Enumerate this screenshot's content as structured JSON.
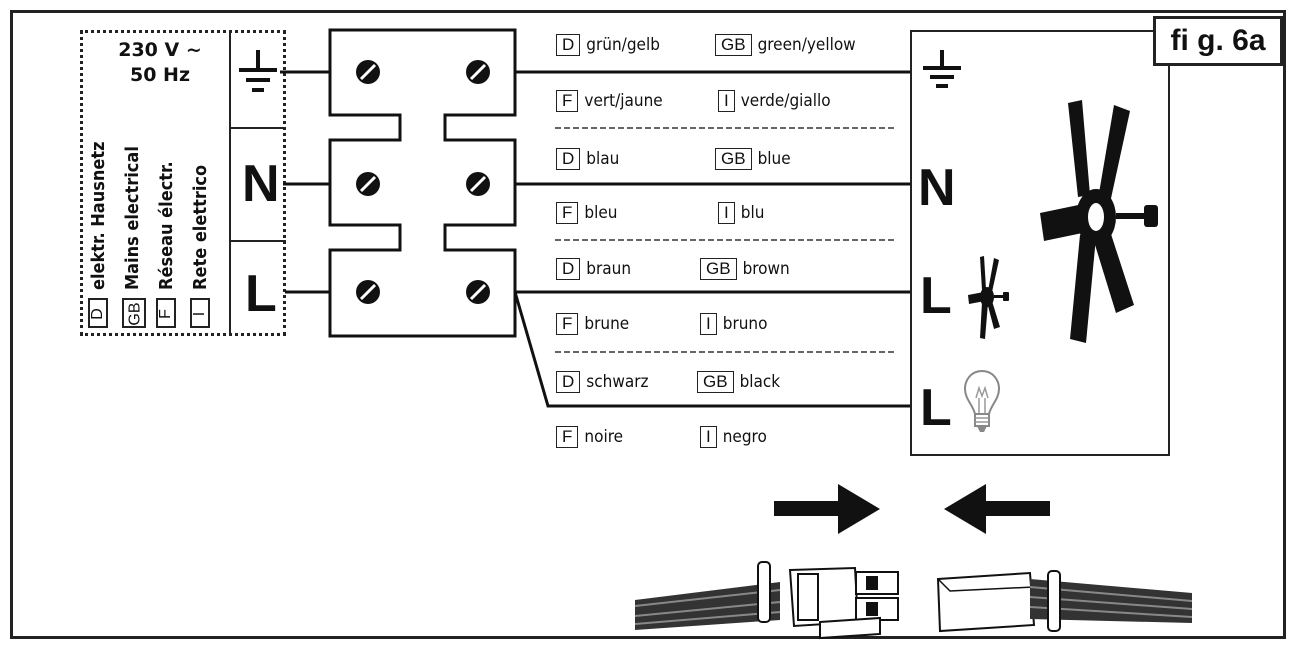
{
  "figure": {
    "label": "fi g. 6a"
  },
  "mains": {
    "voltage_line1": "230 V ~",
    "voltage_line2": "50 Hz",
    "languages": [
      {
        "code": "D",
        "text": "elektr. Hausnetz"
      },
      {
        "code": "GB",
        "text": "Mains electrical"
      },
      {
        "code": "F",
        "text": "Réseau électr."
      },
      {
        "code": "I",
        "text": "Rete elettrico"
      }
    ],
    "terminals": {
      "earth_icon": "earth-ground-icon",
      "neutral": "N",
      "live": "L"
    }
  },
  "wires": [
    {
      "d_code": "D",
      "d_text": "grün/gelb",
      "gb_code": "GB",
      "gb_text": "green/yellow",
      "f_code": "F",
      "f_text": "vert/jaune",
      "i_code": "I",
      "i_text": "verde/giallo"
    },
    {
      "d_code": "D",
      "d_text": "blau",
      "gb_code": "GB",
      "gb_text": "blue",
      "f_code": "F",
      "f_text": "bleu",
      "i_code": "I",
      "i_text": "blu"
    },
    {
      "d_code": "D",
      "d_text": "braun",
      "gb_code": "GB",
      "gb_text": "brown",
      "f_code": "F",
      "f_text": "brune",
      "i_code": "I",
      "i_text": "bruno"
    },
    {
      "d_code": "D",
      "d_text": "schwarz",
      "gb_code": "GB",
      "gb_text": "black",
      "f_code": "F",
      "f_text": "noire",
      "i_code": "I",
      "i_text": "negro"
    }
  ],
  "fan": {
    "terminal_neutral": "N",
    "terminal_live_motor": "L",
    "terminal_live_light": "L",
    "icons": [
      "earth-ground-icon",
      "ceiling-fan-icon",
      "small-fan-icon",
      "light-bulb-icon"
    ]
  },
  "connector": {
    "icons": [
      "arrow-right-icon",
      "arrow-left-icon",
      "plug-connector-icon",
      "socket-connector-icon"
    ]
  }
}
